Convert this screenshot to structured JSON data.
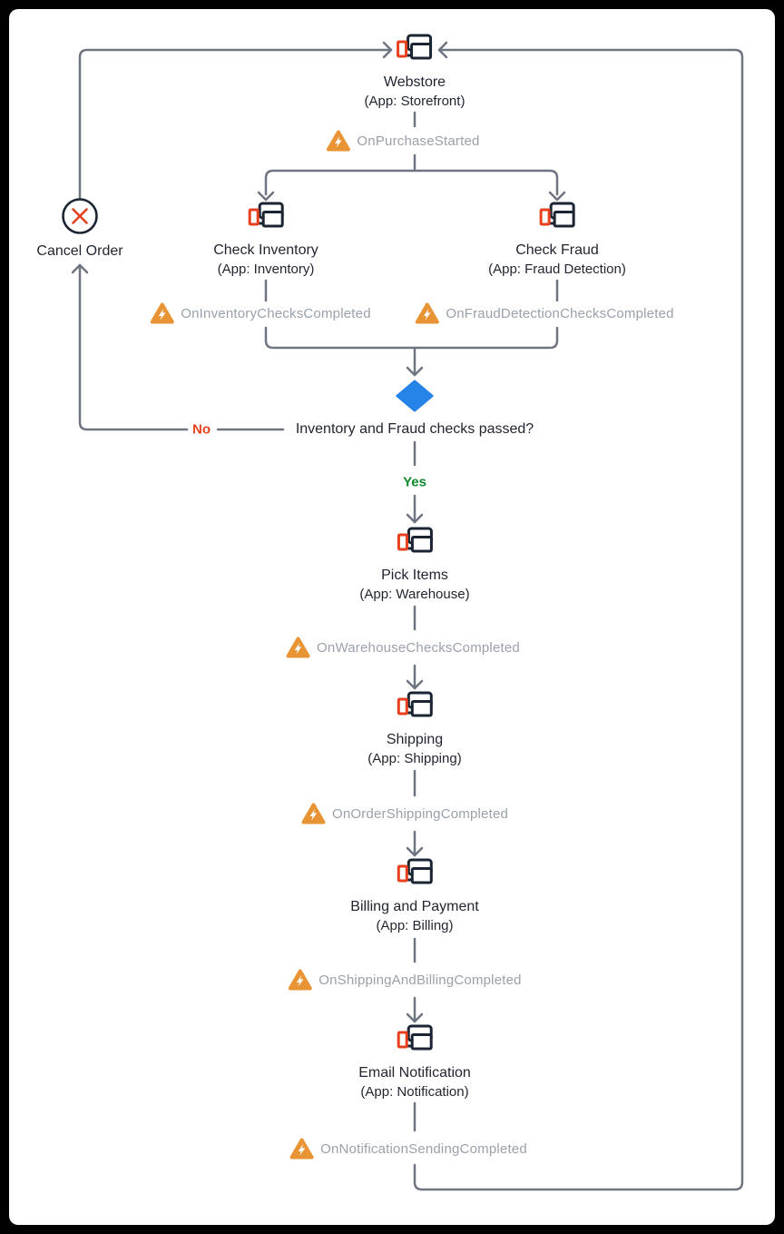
{
  "diagram": {
    "nodes": [
      {
        "id": "webstore",
        "title": "Webstore",
        "subtitle": "(App: Storefront)"
      },
      {
        "id": "check-inventory",
        "title": "Check Inventory",
        "subtitle": "(App: Inventory)"
      },
      {
        "id": "check-fraud",
        "title": "Check Fraud",
        "subtitle": "(App: Fraud Detection)"
      },
      {
        "id": "pick-items",
        "title": "Pick Items",
        "subtitle": "(App: Warehouse)"
      },
      {
        "id": "shipping",
        "title": "Shipping",
        "subtitle": "(App: Shipping)"
      },
      {
        "id": "billing",
        "title": "Billing and Payment",
        "subtitle": "(App: Billing)"
      },
      {
        "id": "email",
        "title": "Email Notification",
        "subtitle": "(App: Notification)"
      }
    ],
    "events": [
      {
        "id": "purchase-started",
        "label": "OnPurchaseStarted"
      },
      {
        "id": "inventory-checks",
        "label": "OnInventoryChecksCompleted"
      },
      {
        "id": "fraud-checks",
        "label": "OnFraudDetectionChecksCompleted"
      },
      {
        "id": "warehouse-checks",
        "label": "OnWarehouseChecksCompleted"
      },
      {
        "id": "order-shipping",
        "label": "OnOrderShippingCompleted"
      },
      {
        "id": "shipping-and-billing",
        "label": "OnShippingAndBillingCompleted"
      },
      {
        "id": "notification-sending",
        "label": "OnNotificationSendingCompleted"
      }
    ],
    "decision": {
      "question": "Inventory and Fraud checks passed?",
      "yes_label": "Yes",
      "no_label": "No"
    },
    "terminal": {
      "label": "Cancel Order"
    },
    "icons": [
      "devices-icon",
      "event-lightning-icon",
      "cancel-x-icon",
      "decision-diamond-icon"
    ],
    "colors": {
      "line_gray": "#6E7480",
      "event_text_gray": "#9AA1AB",
      "node_text": "#1F2430",
      "icon_navy": "#1B2433",
      "icon_red": "#E8401C",
      "event_orange": "#E89435",
      "decision_blue": "#2684E8",
      "yes_green": "#0E8A2E",
      "no_red": "#E8401C"
    }
  }
}
